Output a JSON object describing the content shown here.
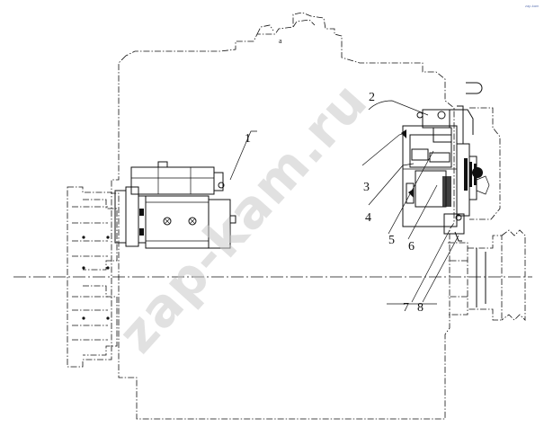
{
  "corner_mark": "zap-kam",
  "watermark": "zap-kam.ru",
  "callouts": [
    "1",
    "2",
    "3",
    "4",
    "5",
    "6",
    "7",
    "8"
  ]
}
